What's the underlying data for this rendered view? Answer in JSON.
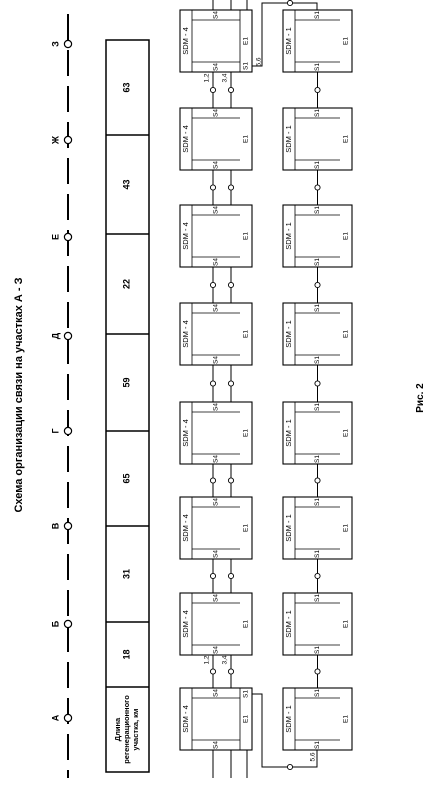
{
  "title": "Схема организации связи на участках А - З",
  "figure_caption": "Рис. 2",
  "section_header_label": "Длина регенерационного участка, км",
  "section_header_lines": [
    "Длина",
    "регенерационного",
    "участка, км"
  ],
  "stations": [
    "А",
    "Б",
    "В",
    "Г",
    "Д",
    "Е",
    "Ж",
    "З"
  ],
  "section_lengths_km": [
    "18",
    "31",
    "65",
    "59",
    "22",
    "43",
    "63"
  ],
  "sdm4_label": "SDM - 4",
  "sdm1_label": "SDM - 1",
  "port_s4": "S4",
  "port_s1": "S1",
  "port_e1": "E1",
  "fiber_pair_1": "1,2",
  "fiber_pair_2": "3,4",
  "fiber_pair_3": "5,6"
}
